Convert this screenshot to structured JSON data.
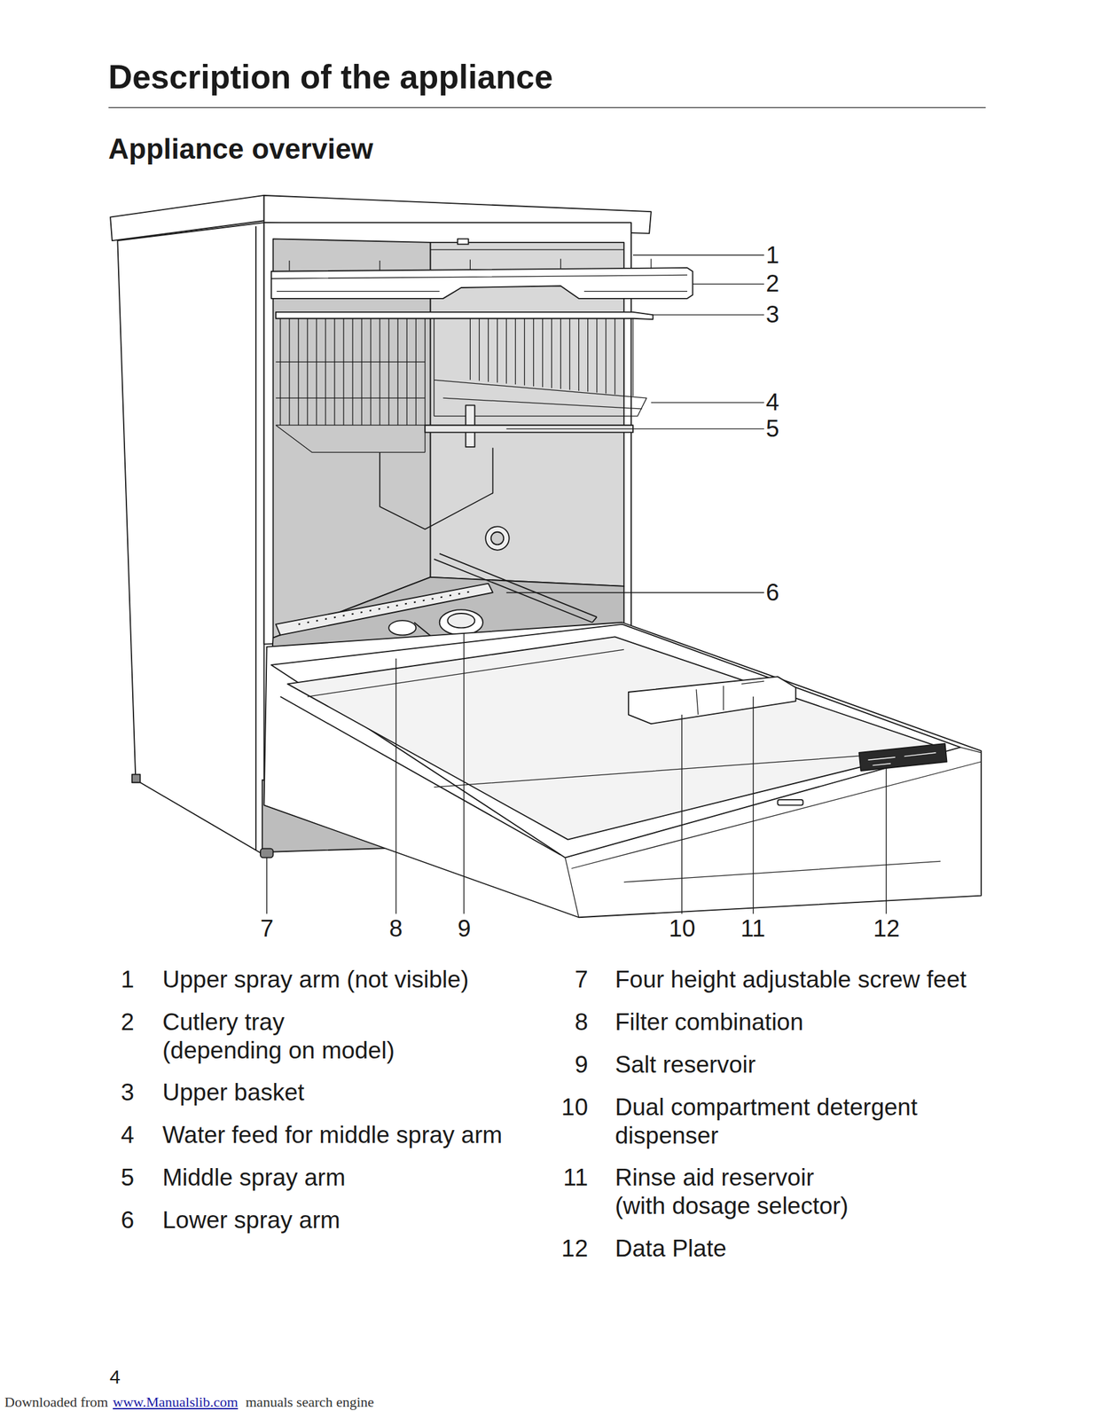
{
  "diagram": {
    "title": "Description of the appliance",
    "labels": [
      "Appliance overview",
      "1",
      "2",
      "3",
      "4",
      "5",
      "6",
      "7",
      "8",
      "9",
      "10",
      "11",
      "12",
      "1",
      "Upper spray arm (not visible)",
      "2",
      "Cutlery tray (depending on model)",
      "3",
      "Upper basket",
      "4",
      "Water feed for middle spray arm",
      "5",
      "Middle spray arm",
      "6",
      "Lower spray arm",
      "7",
      "Four height adjustable screw feet",
      "8",
      "Filter combination",
      "9",
      "Salt reservoir",
      "10",
      "Dual compartment detergent dispenser",
      "11",
      "Rinse aid reservoir (with dosage selector)",
      "12",
      "Data Plate",
      "4",
      "Downloaded from",
      "www.Manualslib.com",
      "manuals search engine"
    ]
  }
}
